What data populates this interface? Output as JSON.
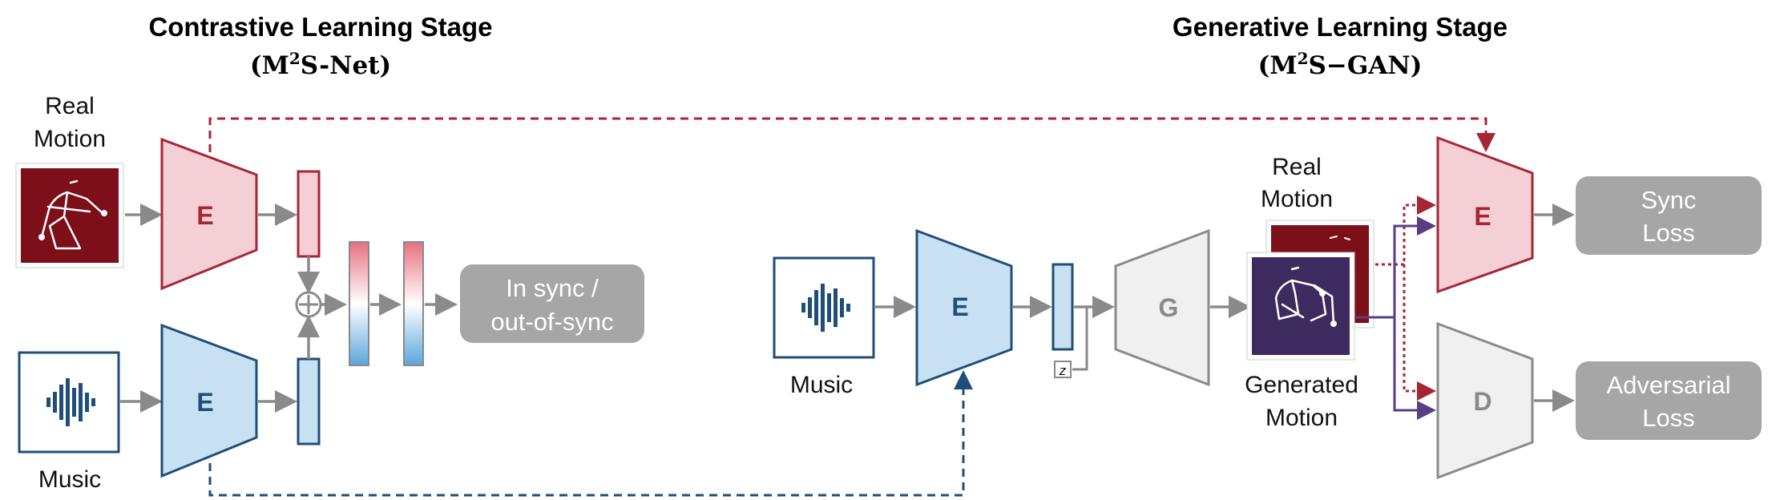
{
  "contrastive": {
    "title": "Contrastive Learning Stage",
    "subtitle_base": "(M",
    "subtitle_sup": "2",
    "subtitle_rest": "S-Net)",
    "real_motion_line1": "Real",
    "real_motion_line2": "Motion",
    "music_label": "Music",
    "encoder_motion": "E",
    "encoder_music": "E",
    "output_line1": "In sync /",
    "output_line2": "out-of-sync"
  },
  "generative": {
    "title": "Generative Learning Stage",
    "subtitle_base": "(M",
    "subtitle_sup": "2",
    "subtitle_rest": "S−GAN)",
    "music_label": "Music",
    "encoder_music": "E",
    "noise": "z",
    "generator": "G",
    "real_motion_line1": "Real",
    "real_motion_line2": "Motion",
    "gen_motion_line1": "Generated",
    "gen_motion_line2": "Motion",
    "encoder_sync": "E",
    "discriminator": "D",
    "sync_loss_line1": "Sync",
    "sync_loss_line2": "Loss",
    "adv_loss_line1": "Adversarial",
    "adv_loss_line2": "Loss"
  },
  "colors": {
    "red": "#a72634",
    "red_fill": "#f4cfd6",
    "blue": "#1f4e79",
    "blue_fill": "#c8e1f2",
    "gray": "#8a8a8a",
    "gray_fill": "#f0f0f0",
    "loss_fill": "#a6a6a6",
    "motion_real_bg": "#7d0f18",
    "motion_gen_bg": "#3d2a5e",
    "purple": "#5a3e82"
  },
  "icons": [
    "music-waveform-icon",
    "motion-skeleton-icon",
    "circle-plus-icon",
    "noise-icon"
  ]
}
